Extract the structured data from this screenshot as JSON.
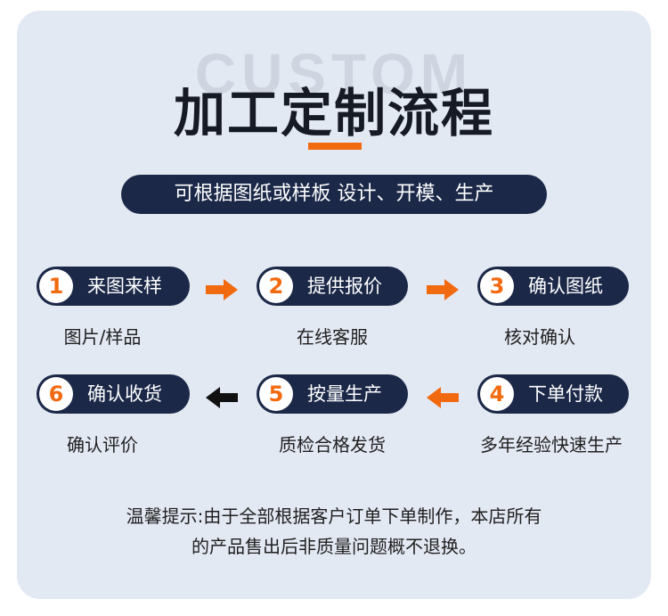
{
  "watermark": "CUSTOM",
  "title": "加工定制流程",
  "subtitle": "可根据图纸或样板 设计、开模、生产",
  "steps": [
    {
      "number": "1",
      "label": "来图来样",
      "desc": "图片/样品"
    },
    {
      "number": "2",
      "label": "提供报价",
      "desc": "在线客服"
    },
    {
      "number": "3",
      "label": "确认图纸",
      "desc": "核对确认"
    },
    {
      "number": "4",
      "label": "下单付款",
      "desc": "多年经验快速生产"
    },
    {
      "number": "5",
      "label": "按量生产",
      "desc": "质检合格发货"
    },
    {
      "number": "6",
      "label": "确认收货",
      "desc": "确认评价"
    }
  ],
  "note": {
    "line1": "温馨提示:由于全部根据客户订单下单制作，本店所有",
    "line2": "的产品售出后非质量问题概不退换。"
  },
  "colors": {
    "card_bg": "#e3e9f3",
    "pill_bg": "#1b2848",
    "accent": "#f26a10",
    "last_arrow": "#111111"
  },
  "icons": {
    "arrow_orange": "right-arrow-icon",
    "arrow_left_orange": "left-arrow-icon",
    "arrow_left_black": "left-arrow-icon"
  }
}
